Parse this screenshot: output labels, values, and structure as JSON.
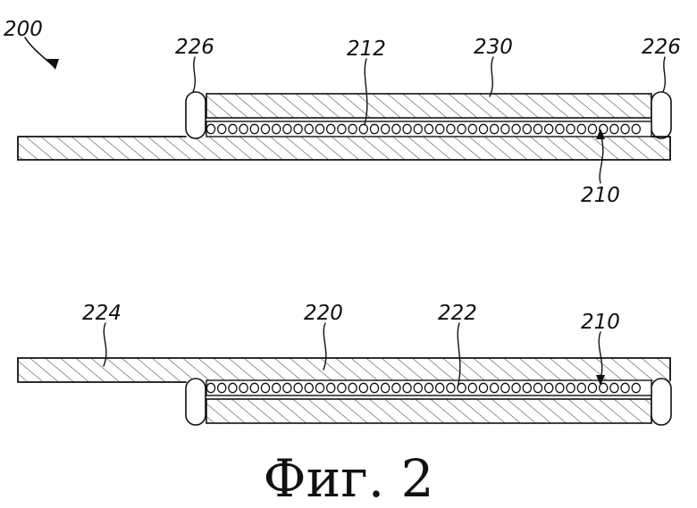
{
  "figure": {
    "main_ref": "200",
    "caption": "Фиг. 2",
    "labels": {
      "ref_226_left": "226",
      "ref_212": "212",
      "ref_230": "230",
      "ref_226_right": "226",
      "ref_210_top": "210",
      "ref_224": "224",
      "ref_220": "220",
      "ref_222": "222",
      "ref_210_bottom": "210"
    }
  }
}
